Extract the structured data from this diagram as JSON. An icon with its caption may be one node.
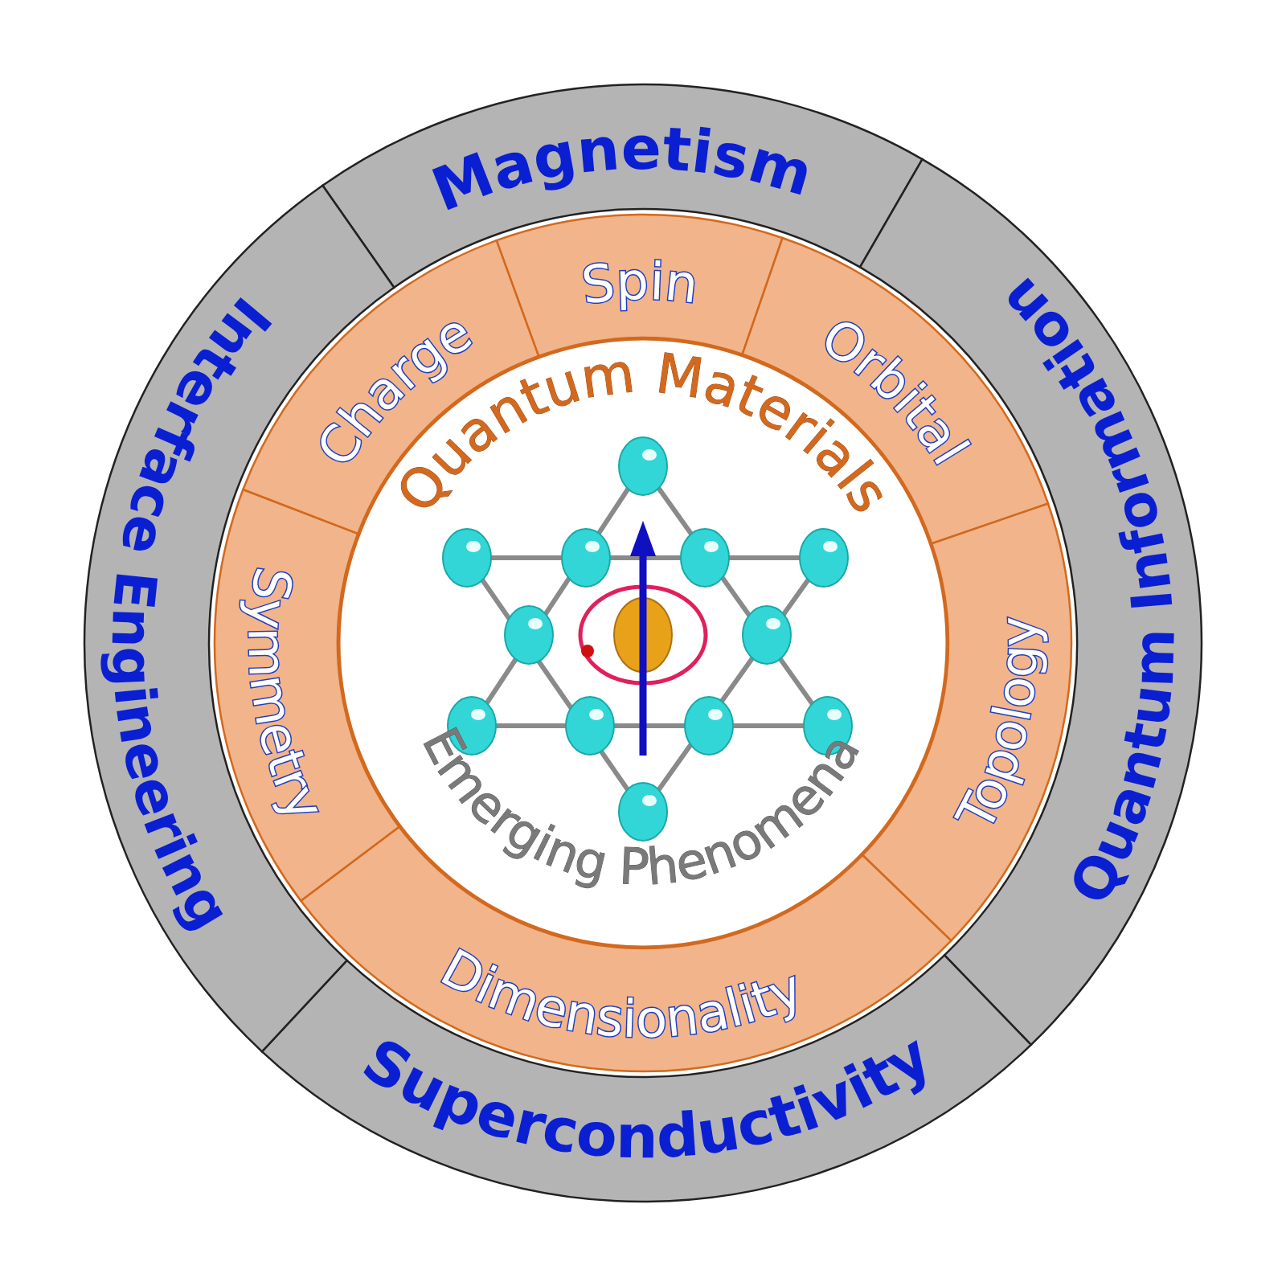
{
  "diagram": {
    "nodes": [
      {
        "text": [
          "Magnetism"
        ]
      },
      {
        "text": [
          "Quantum Information"
        ]
      },
      {
        "text": [
          "Superconductivity"
        ]
      },
      {
        "text": [
          "Interface Engineering"
        ]
      },
      {
        "text": [
          "Spin"
        ]
      },
      {
        "text": [
          "Orbital"
        ]
      },
      {
        "text": [
          "Topology"
        ]
      },
      {
        "text": [
          "Dimensionality"
        ]
      },
      {
        "text": [
          "Symmetry"
        ]
      },
      {
        "text": [
          "Charge"
        ]
      },
      {
        "text": [
          "Quantum Materials",
          "Emerging Phenomena"
        ]
      }
    ]
  }
}
